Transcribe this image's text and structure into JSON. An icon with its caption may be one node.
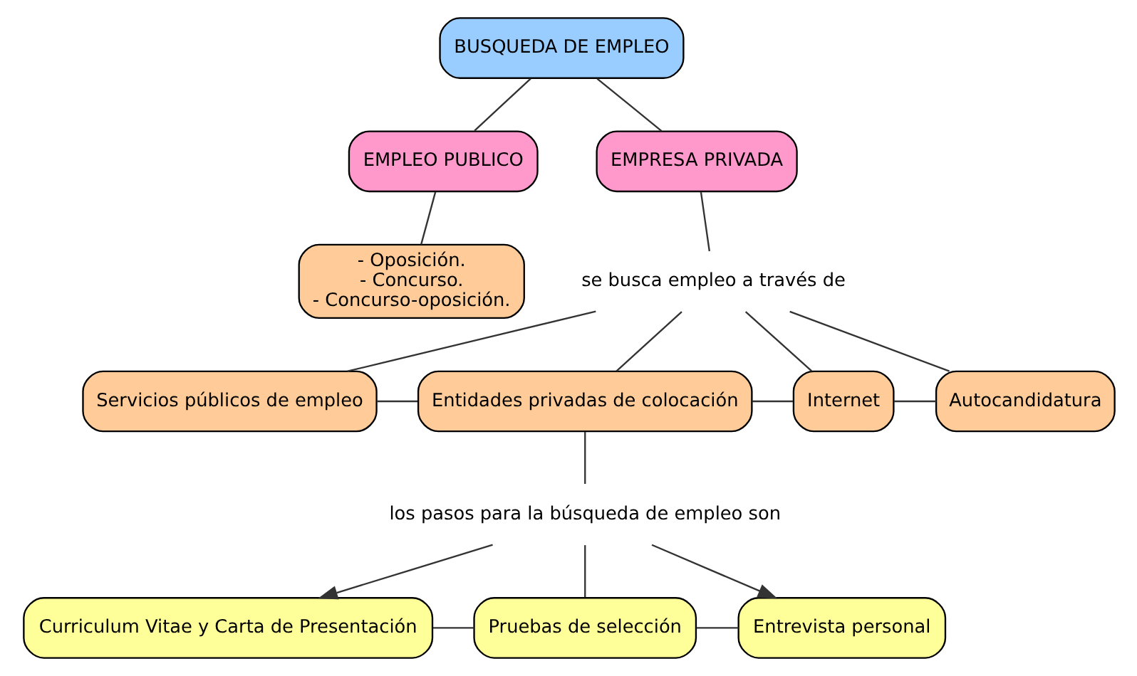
{
  "diagram": {
    "nodes": [
      {
        "text": [
          "BUSQUEDA DE EMPLEO"
        ]
      },
      {
        "text": [
          "EMPLEO PUBLICO"
        ]
      },
      {
        "text": [
          "EMPRESA PRIVADA"
        ]
      },
      {
        "text": [
          "- Oposición. - Concurso. - Concurso-oposición."
        ]
      },
      {
        "text": [
          "se busca empleo a través de"
        ]
      },
      {
        "text": [
          "Servicios públicos de empleo"
        ]
      },
      {
        "text": [
          "Entidades privadas de colocación"
        ]
      },
      {
        "text": [
          "Internet"
        ]
      },
      {
        "text": [
          "Autocandidatura"
        ]
      },
      {
        "text": [
          "los pasos para la búsqueda de empleo son"
        ]
      },
      {
        "text": [
          "Curriculum Vitae y Carta de Presentación"
        ]
      },
      {
        "text": [
          "Pruebas de selección"
        ]
      },
      {
        "text": [
          "Entrevista personal"
        ]
      }
    ],
    "edges": [
      {
        "from": 0,
        "to": 1,
        "arrow": "none"
      },
      {
        "from": 0,
        "to": 2,
        "arrow": "none"
      },
      {
        "from": 1,
        "to": 3,
        "arrow": "none"
      },
      {
        "from": 2,
        "to": 4,
        "arrow": "none"
      },
      {
        "from": 4,
        "to": 5,
        "arrow": "none"
      },
      {
        "from": 4,
        "to": 6,
        "arrow": "none"
      },
      {
        "from": 4,
        "to": 7,
        "arrow": "none"
      },
      {
        "from": 4,
        "to": 8,
        "arrow": "none"
      },
      {
        "from": 5,
        "to": 6,
        "arrow": "none"
      },
      {
        "from": 6,
        "to": 7,
        "arrow": "none"
      },
      {
        "from": 7,
        "to": 8,
        "arrow": "none"
      },
      {
        "from": 6,
        "to": 9,
        "arrow": "none"
      },
      {
        "from": 9,
        "to": 10,
        "arrow": "to"
      },
      {
        "from": 9,
        "to": 11,
        "arrow": "none"
      },
      {
        "from": 9,
        "to": 12,
        "arrow": "to"
      },
      {
        "from": 10,
        "to": 11,
        "arrow": "none"
      },
      {
        "from": 11,
        "to": 12,
        "arrow": "none"
      }
    ]
  }
}
